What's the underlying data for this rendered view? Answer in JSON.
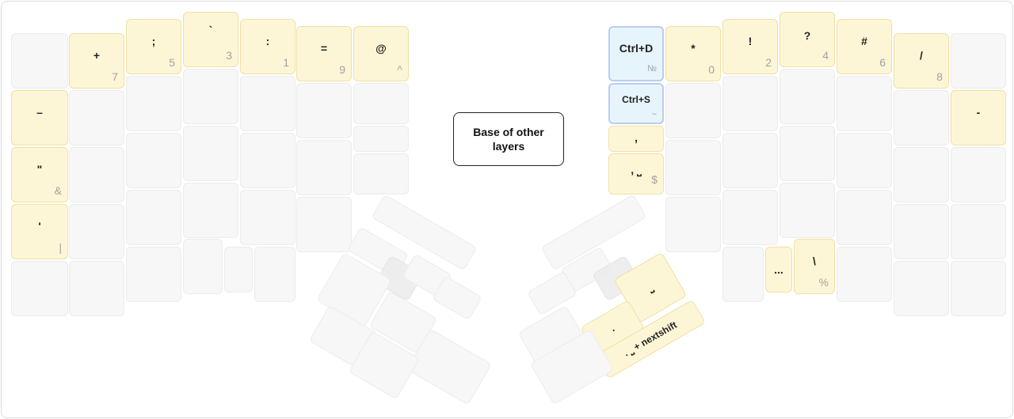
{
  "note": "Base of other layers",
  "left": {
    "k_plus": {
      "main": "+",
      "sub": "7"
    },
    "k_semicolon": {
      "main": ";",
      "sub": "5"
    },
    "k_backtick": {
      "main": "`",
      "sub": "3"
    },
    "k_colon": {
      "main": ":",
      "sub": "1"
    },
    "k_equals": {
      "main": "=",
      "sub": "9"
    },
    "k_at": {
      "main": "@",
      "sub": "^"
    },
    "k_dash": {
      "main": "–",
      "sub": ""
    },
    "k_quote": {
      "main": "\"",
      "sub": "&"
    },
    "k_apos": {
      "main": "'",
      "sub": "|"
    }
  },
  "right": {
    "k_ctrl_d": {
      "main": "Ctrl+D",
      "sub": "№"
    },
    "k_ctrl_s": {
      "main": "Ctrl+S",
      "sub": "~"
    },
    "k_comma": {
      "main": ",",
      "sub": ""
    },
    "k_comma_space": {
      "main": ", ⎵",
      "sub": "$"
    },
    "k_star": {
      "main": "*",
      "sub": "0"
    },
    "k_excl": {
      "main": "!",
      "sub": "2"
    },
    "k_question": {
      "main": "?",
      "sub": "4"
    },
    "k_hash": {
      "main": "#",
      "sub": "6"
    },
    "k_slash": {
      "main": "/",
      "sub": "8"
    },
    "k_minus": {
      "main": "-",
      "sub": ""
    },
    "k_ellipsis": {
      "main": "...",
      "sub": ""
    },
    "k_backslash": {
      "main": "\\",
      "sub": "%"
    }
  },
  "thumbs": {
    "space": "⎵",
    "dot": ".",
    "dot_space_shift": ". ⎵ + nextshift"
  },
  "colors": {
    "active": "#fdf6d6",
    "shortcut": "#e6f4fb",
    "inactive": "#f7f7f7"
  }
}
